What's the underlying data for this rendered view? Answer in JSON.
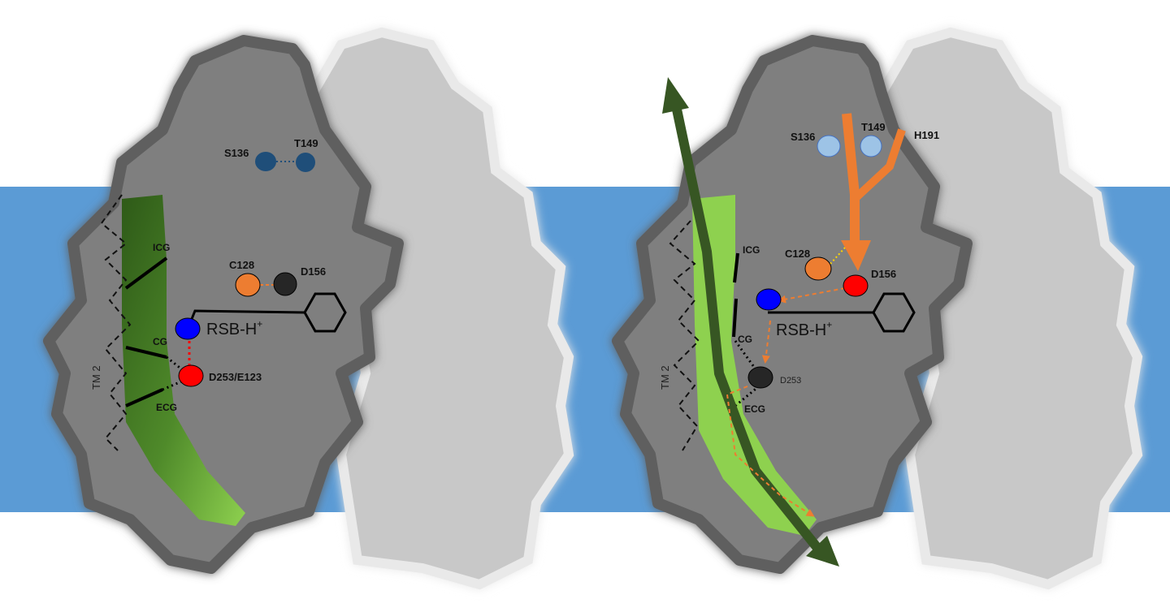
{
  "colors": {
    "membrane": "#5b9bd5",
    "protein_front": "#7f7f7f",
    "protein_back": "#c8c8c8",
    "helix_dark": "#3a6e1f",
    "helix_light": "#8ed14f",
    "arrow_green": "#375623",
    "arrow_orange": "#ed7d31",
    "residue_orange": "#ed7d31",
    "residue_blue": "#0000ff",
    "residue_red": "#ff0000",
    "residue_black": "#262626",
    "residue_darkblue": "#1f4e79",
    "residue_lightblue": "#9dc3e6"
  },
  "left": {
    "labels": {
      "s136": "S136",
      "t149": "T149",
      "icg": "ICG",
      "cg": "CG",
      "ecg": "ECG",
      "tm2": "TM 2",
      "c128": "C128",
      "d156": "D156",
      "rsb": "RSB-H",
      "rsb_sup": "+",
      "d253": "D253/E123"
    }
  },
  "right": {
    "labels": {
      "s136": "S136",
      "t149": "T149",
      "h191": "H191",
      "icg": "ICG",
      "cg": "CG",
      "ecg": "ECG",
      "tm2": "TM 2",
      "c128": "C128",
      "d156": "D156",
      "rsb": "RSB-H",
      "rsb_sup": "+",
      "d253": "D253"
    }
  }
}
